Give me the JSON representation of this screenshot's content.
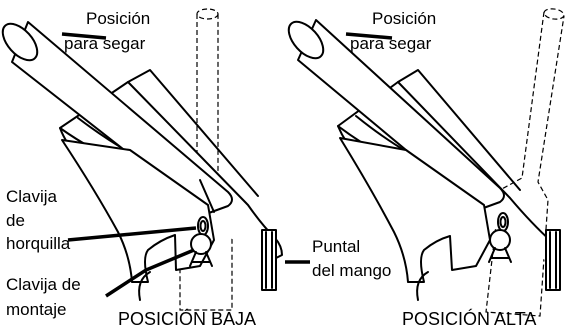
{
  "left_panel": {
    "label_cutting_position_line1": "Posición",
    "label_cutting_position_line2": "para segar",
    "label_hairpin_line1": "Clavija",
    "label_hairpin_line2": "de",
    "label_hairpin_line3": "horquilla",
    "label_mount_pin_line1": "Clavija de",
    "label_mount_pin_line2": "montaje",
    "label_handle_strut_line1": "Puntal",
    "label_handle_strut_line2": "del mango",
    "caption": "POSICIÓN BAJA"
  },
  "right_panel": {
    "label_cutting_position_line1": "Posición",
    "label_cutting_position_line2": "para segar",
    "caption": "POSICIÓN ALTA"
  }
}
